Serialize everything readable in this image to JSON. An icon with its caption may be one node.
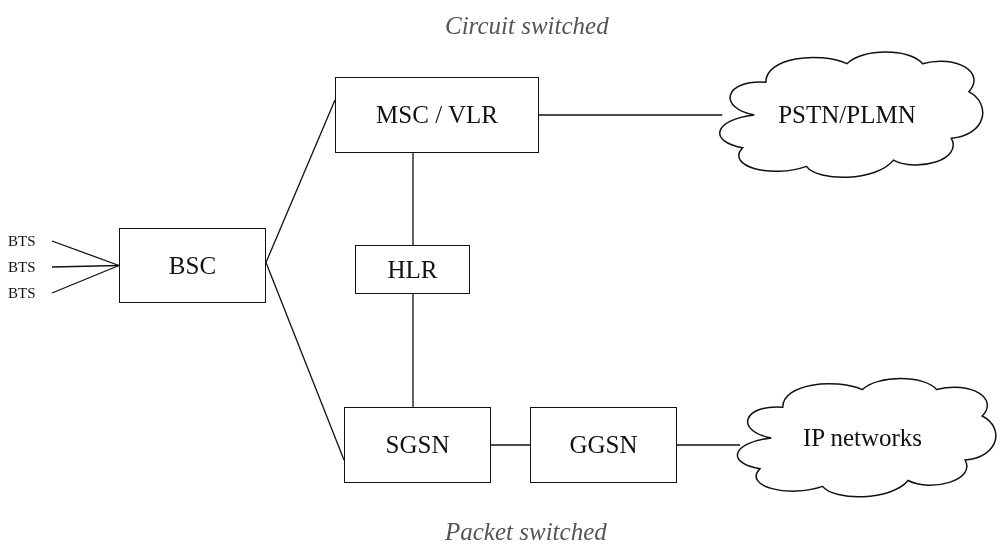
{
  "diagram": {
    "nodes": [
      {
        "text": [
          "BTS"
        ]
      },
      {
        "text": [
          "BTS"
        ]
      },
      {
        "text": [
          "BTS"
        ]
      },
      {
        "text": [
          "BSC"
        ]
      },
      {
        "text": [
          "MSC / VLR"
        ]
      },
      {
        "text": [
          "HLR"
        ]
      },
      {
        "text": [
          "SGSN"
        ]
      },
      {
        "text": [
          "GGSN"
        ]
      },
      {
        "text": [
          "PSTN/PLMN"
        ]
      },
      {
        "text": [
          "IP networks"
        ]
      }
    ],
    "edges": [
      {
        "from": 0,
        "to": 3,
        "arrow": "none"
      },
      {
        "from": 1,
        "to": 3,
        "arrow": "none"
      },
      {
        "from": 2,
        "to": 3,
        "arrow": "none"
      },
      {
        "from": 3,
        "to": 4,
        "arrow": "none"
      },
      {
        "from": 3,
        "to": 6,
        "arrow": "none"
      },
      {
        "from": 4,
        "to": 5,
        "arrow": "none"
      },
      {
        "from": 5,
        "to": 6,
        "arrow": "none"
      },
      {
        "from": 4,
        "to": 8,
        "arrow": "none"
      },
      {
        "from": 6,
        "to": 7,
        "arrow": "none"
      },
      {
        "from": 7,
        "to": 9,
        "arrow": "none"
      }
    ],
    "labels": [
      "Circuit switched",
      "Packet switched"
    ]
  }
}
